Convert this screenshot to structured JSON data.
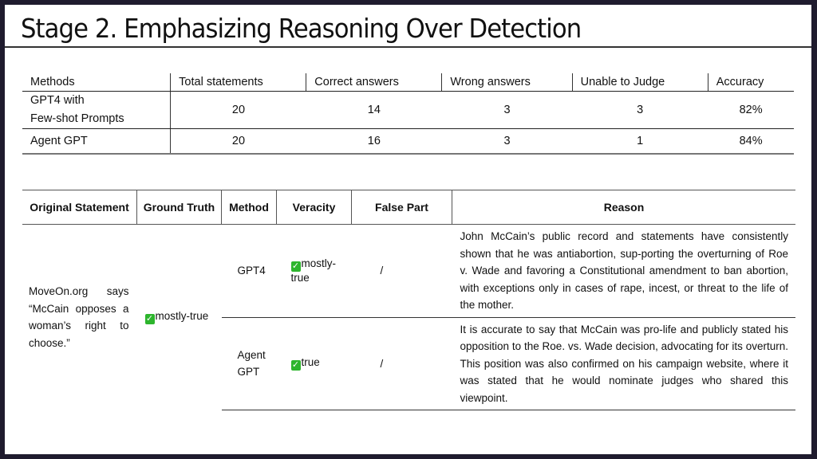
{
  "title": "Stage 2. Emphasizing Reasoning Over Detection",
  "summary_table": {
    "headers": [
      "Methods",
      "Total statements",
      "Correct answers",
      "Wrong answers",
      "Unable to Judge",
      "Accuracy"
    ],
    "rows": [
      {
        "method_line1": "GPT4 with",
        "method_line2": "Few-shot Prompts",
        "total": "20",
        "correct": "14",
        "wrong": "3",
        "unable": "3",
        "accuracy": "82%"
      },
      {
        "method_line1": "Agent GPT",
        "total": "20",
        "correct": "16",
        "wrong": "3",
        "unable": "1",
        "accuracy": "84%"
      }
    ]
  },
  "detail_table": {
    "headers": [
      "Original Statement",
      "Ground Truth",
      "Method",
      "Veracity",
      "False Part",
      "Reason"
    ],
    "statement": "MoveOn.org says “McCain opposes a woman’s right to choose.”",
    "ground_truth": "mostly-true",
    "rows": [
      {
        "method": "GPT4",
        "veracity": "mostly-true",
        "false_part": "/",
        "reason": "John McCain’s public record and statements have consistently shown that he was antiabortion, sup-porting the overturning of Roe v. Wade and favoring a Constitutional amendment to ban abortion, with exceptions only in cases of rape, incest, or threat to the life of the mother."
      },
      {
        "method": "Agent GPT",
        "veracity": "true",
        "false_part": "/",
        "reason": "It is accurate to say that McCain was pro-life and publicly stated his opposition to the Roe. vs. Wade decision, advocating for its overturn. This position was also confirmed on his campaign website, where it was stated that he would nominate judges who shared this viewpoint."
      }
    ]
  },
  "colors": {
    "check": "#2db52d",
    "frame": "#1f1b2e"
  }
}
